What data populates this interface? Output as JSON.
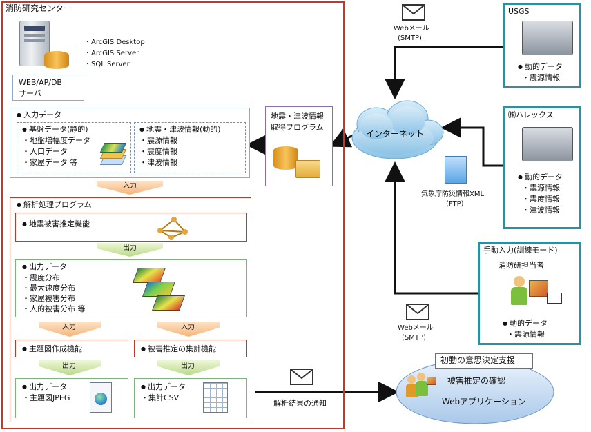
{
  "center": {
    "title": "消防研究センター",
    "software": [
      "・ArcGIS Desktop",
      "・ArcGIS Server",
      "・SQL Server"
    ],
    "server_label_line1": "WEB/AP/DB",
    "server_label_line2": "サーバ"
  },
  "input_data": {
    "title": "入力データ",
    "base_title": "基盤データ(静的)",
    "base_items": [
      "・地盤増幅度データ",
      "・人口データ",
      "・家屋データ 等"
    ],
    "quake_title": "地震・津波情報(動的)",
    "quake_items": [
      "・震源情報",
      "・震度情報",
      "・津波情報"
    ]
  },
  "arrow_labels": {
    "input": "入力",
    "output": "出力"
  },
  "analysis": {
    "title": "解析処理プログラム",
    "damage_function": "地震被害推定機能",
    "output_title": "出力データ",
    "output_items": [
      "・震度分布",
      "・最大速度分布",
      "・家屋被害分布",
      "・人的被害分布 等"
    ],
    "map_function": "主題図作成機能",
    "aggregate_function": "被害推定の集計機能",
    "out1_title": "出力データ",
    "out1_item": "・主題図JPEG",
    "out2_title": "出力データ",
    "out2_item": "・集計CSV"
  },
  "acquisition": {
    "line1": "地震・津波情報",
    "line2": "取得プログラム"
  },
  "internet": "インターネット",
  "mail_top": {
    "line1": "Webメール",
    "line2": "(SMTP)"
  },
  "mail_bottom": {
    "line1": "Webメール",
    "line2": "(SMTP)"
  },
  "jma": {
    "line1": "気象庁防災情報XML",
    "line2": "(FTP)"
  },
  "usgs": {
    "title": "USGS",
    "dynamic": "動的データ",
    "items": [
      "・震源情報"
    ]
  },
  "halex": {
    "title": "㈱ハレックス",
    "dynamic": "動的データ",
    "items": [
      "・震源情報",
      "・震度情報",
      "・津波情報"
    ]
  },
  "manual": {
    "title": "手動入力(訓練モード)",
    "person": "消防研担当者",
    "dynamic": "動的データ",
    "items": [
      "・震源情報"
    ]
  },
  "notify": "解析結果の通知",
  "webapp": {
    "support": "初動の意思決定支援",
    "confirm": "被害推定の確認",
    "app": "Webアプリケーション"
  }
}
